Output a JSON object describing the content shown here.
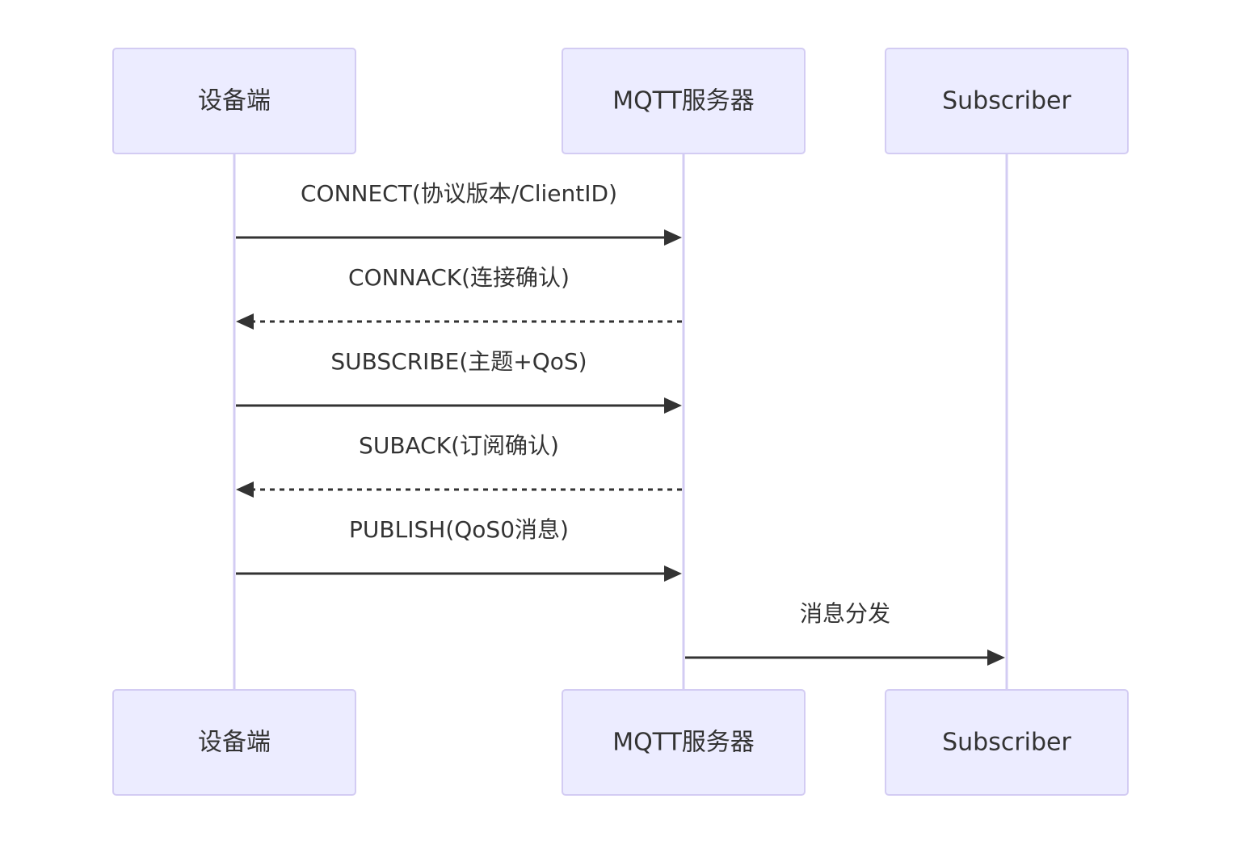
{
  "participants": [
    {
      "id": "device",
      "label": "设备端"
    },
    {
      "id": "broker",
      "label": "MQTT服务器"
    },
    {
      "id": "subscriber",
      "label": "Subscriber"
    }
  ],
  "messages": [
    {
      "from": "device",
      "to": "broker",
      "label": "CONNECT(协议版本/ClientID)",
      "style": "solid"
    },
    {
      "from": "broker",
      "to": "device",
      "label": "CONNACK(连接确认)",
      "style": "dashed"
    },
    {
      "from": "device",
      "to": "broker",
      "label": "SUBSCRIBE(主题+QoS)",
      "style": "solid"
    },
    {
      "from": "broker",
      "to": "device",
      "label": "SUBACK(订阅确认)",
      "style": "dashed"
    },
    {
      "from": "device",
      "to": "broker",
      "label": "PUBLISH(QoS0消息)",
      "style": "solid"
    },
    {
      "from": "broker",
      "to": "subscriber",
      "label": "消息分发",
      "style": "solid"
    }
  ],
  "colors": {
    "actor_fill": "#ececff",
    "actor_stroke": "#d3ccf3",
    "line": "#333333",
    "text": "#333333"
  }
}
